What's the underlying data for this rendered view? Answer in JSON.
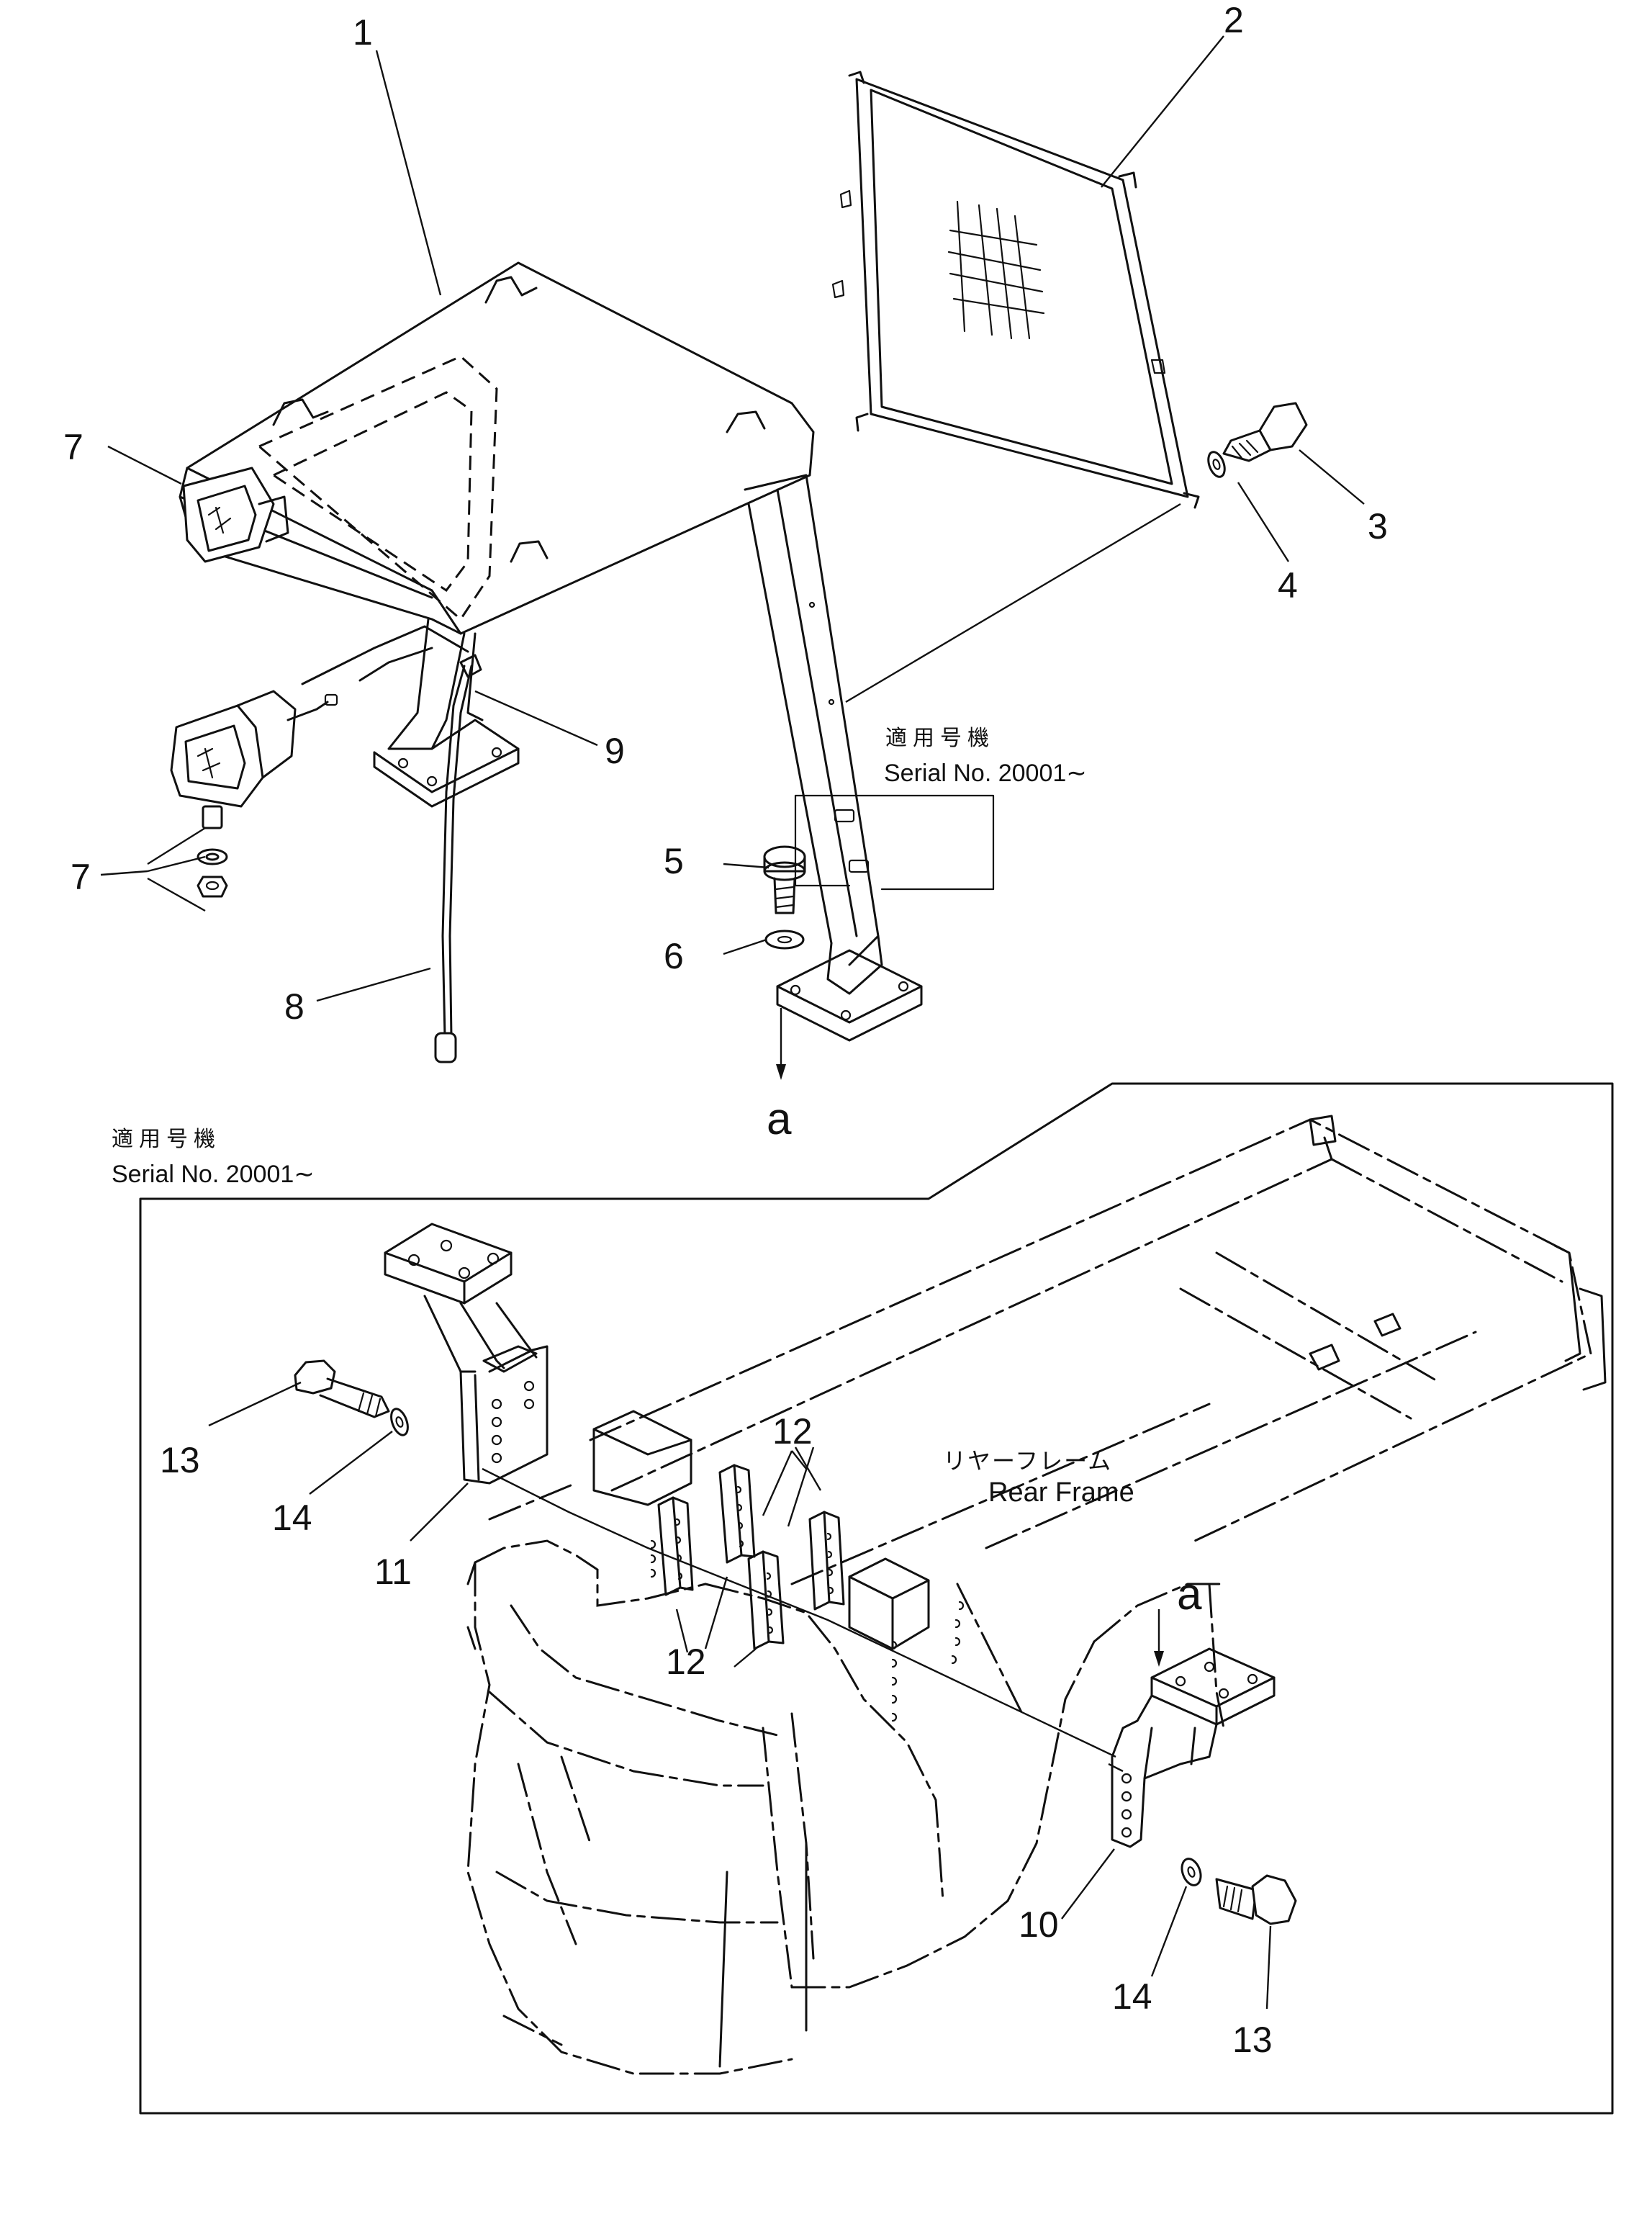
{
  "callouts": {
    "c1": "1",
    "c2": "2",
    "c3": "3",
    "c4": "4",
    "c5": "5",
    "c6": "6",
    "c7a": "7",
    "c7b": "7",
    "c8": "8",
    "c9": "9",
    "c10": "10",
    "c11": "11",
    "c12a": "12",
    "c12b": "12",
    "c13a": "13",
    "c13b": "13",
    "c14a": "14",
    "c14b": "14"
  },
  "view_marks": {
    "a_top": "a",
    "a_bottom": "a"
  },
  "notes": {
    "applicable_jp_top": "適用号機",
    "serial_top": "Serial No. 20001∼",
    "applicable_jp_bottom": "適用号機",
    "serial_bottom": "Serial No. 20001∼"
  },
  "frame_label": {
    "jp": "リヤーフレーム",
    "en": "Rear Frame"
  }
}
